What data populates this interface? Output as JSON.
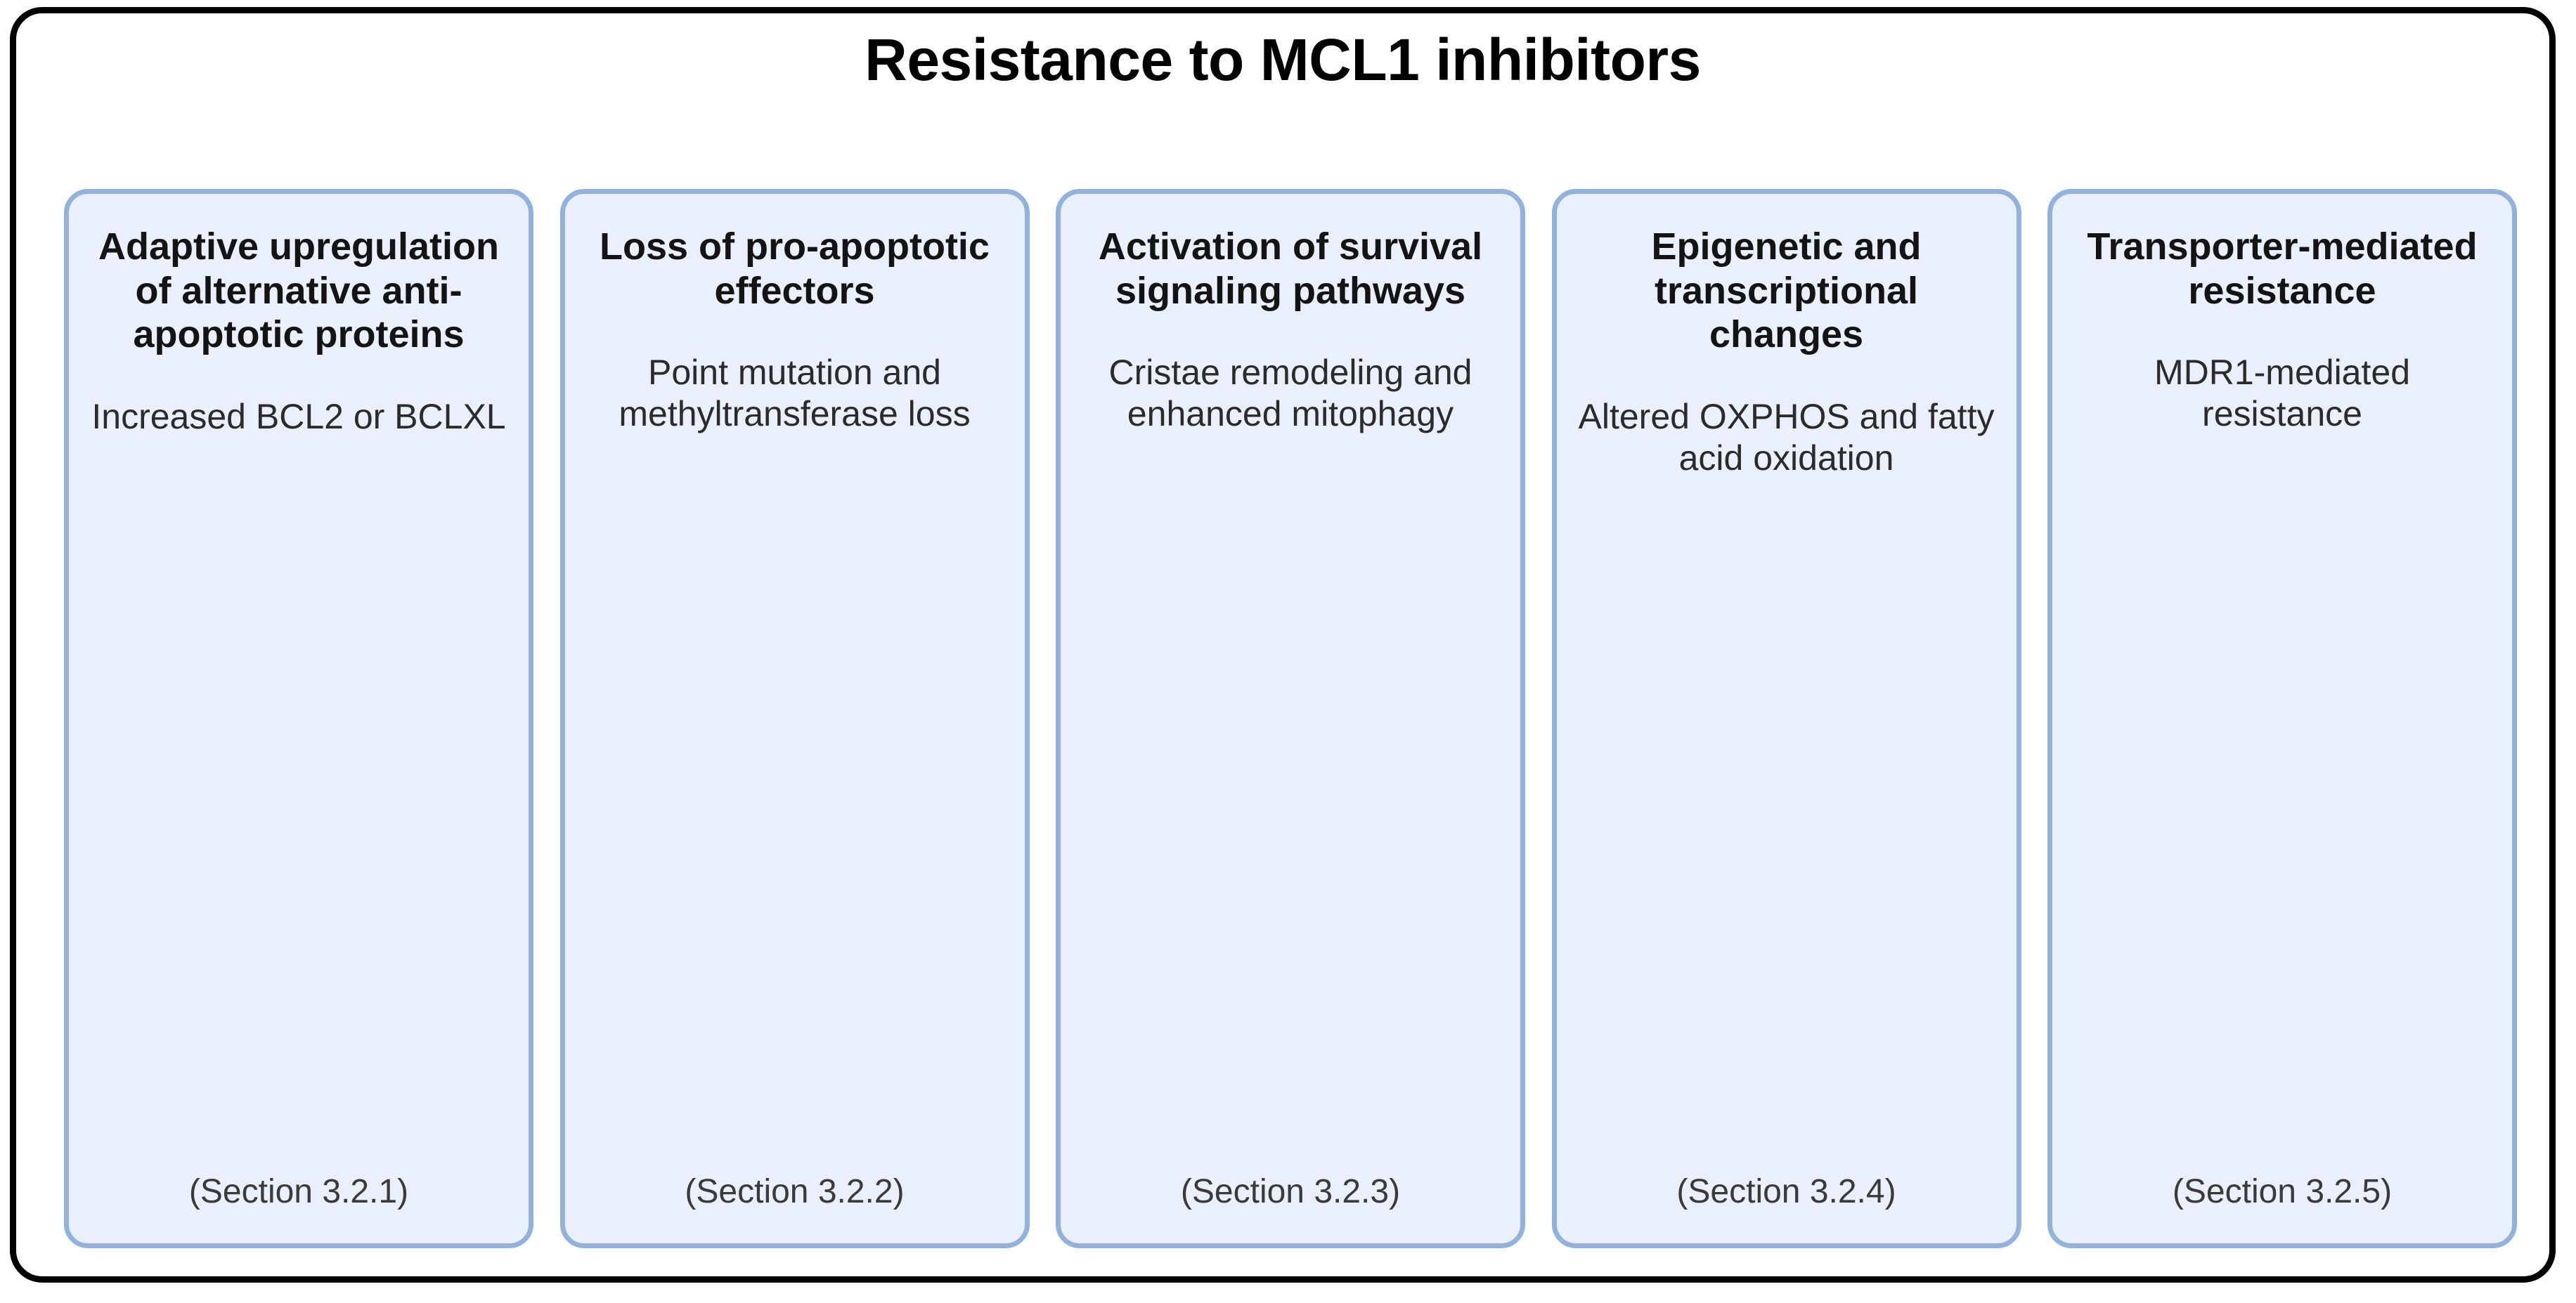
{
  "diagram": {
    "title": "Resistance to MCL1 inhibitors",
    "frame_border_color": "#000000",
    "card_fill_color": "#e9f0fb",
    "card_border_color": "#91b2dd",
    "cards": [
      {
        "heading": "Adaptive upregulation of alternative anti-apoptotic proteins",
        "body": "Increased BCL2 or BCLXL",
        "section": "(Section 3.2.1)"
      },
      {
        "heading": "Loss of pro-apoptotic effectors",
        "body": "Point mutation and methyltransferase loss",
        "section": "(Section 3.2.2)"
      },
      {
        "heading": "Activation of survival signaling pathways",
        "body": "Cristae remodeling and enhanced mitophagy",
        "section": "(Section 3.2.3)"
      },
      {
        "heading": "Epigenetic and transcriptional changes",
        "body": "Altered OXPHOS and fatty acid oxidation",
        "section": "(Section 3.2.4)"
      },
      {
        "heading": "Transporter-mediated resistance",
        "body": "MDR1-mediated resistance",
        "section": "(Section 3.2.5)"
      }
    ]
  }
}
